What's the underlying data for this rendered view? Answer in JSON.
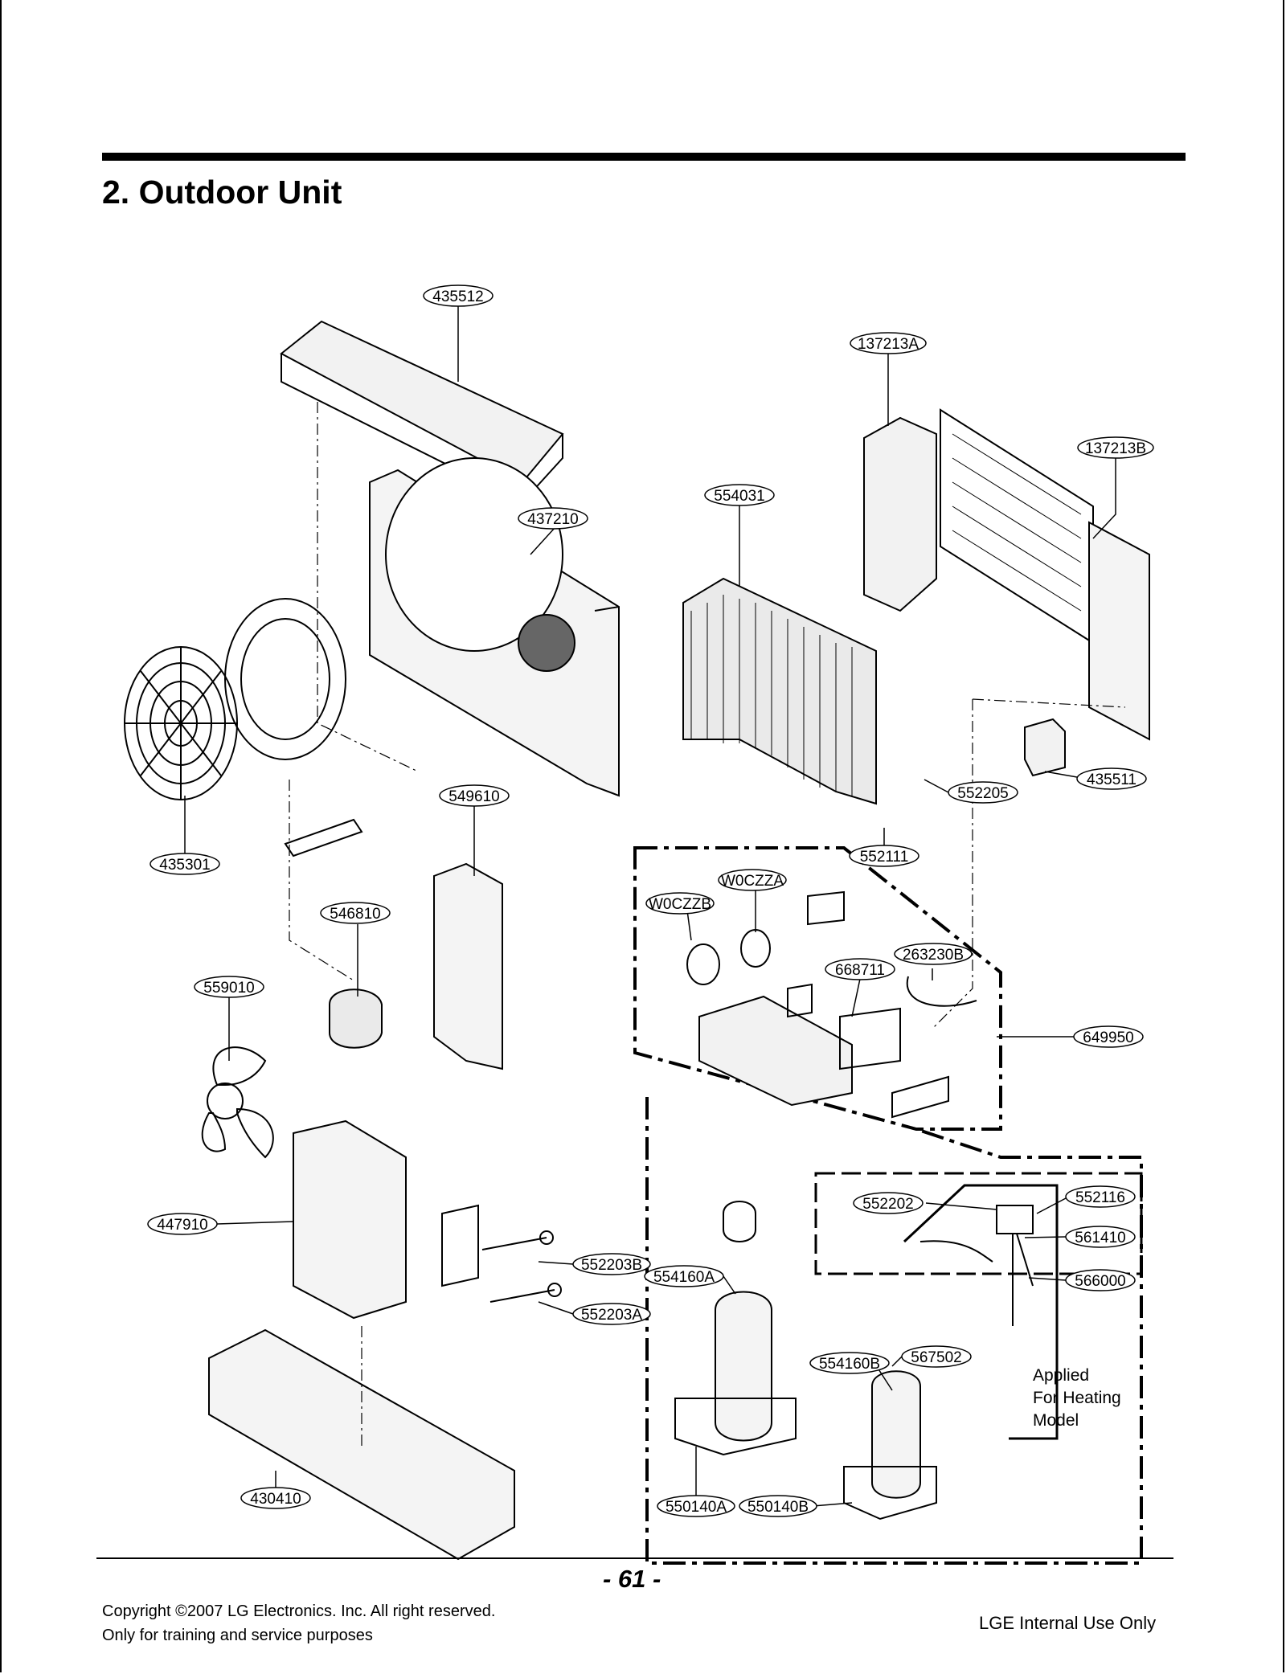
{
  "section_title": "2. Outdoor Unit",
  "parts": [
    "435512",
    "137213A",
    "137213B",
    "554031",
    "437210",
    "435511",
    "552205",
    "549610",
    "552111",
    "435301",
    "W0CZZA",
    "W0CZZB",
    "546810",
    "263230B",
    "668711",
    "559010",
    "649950",
    "552116",
    "552202",
    "561410",
    "447910",
    "552203B",
    "566000",
    "554160A",
    "552203A",
    "567502",
    "554160B",
    "430410",
    "550140A",
    "550140B"
  ],
  "applied_note": [
    "Applied",
    "For Heating",
    "Model"
  ],
  "footer": {
    "copyright": "Copyright ©2007 LG Electronics. Inc. All right reserved.",
    "purpose": "Only for training and service purposes",
    "page_number": "- 61 -",
    "internal": "LGE Internal Use Only"
  }
}
